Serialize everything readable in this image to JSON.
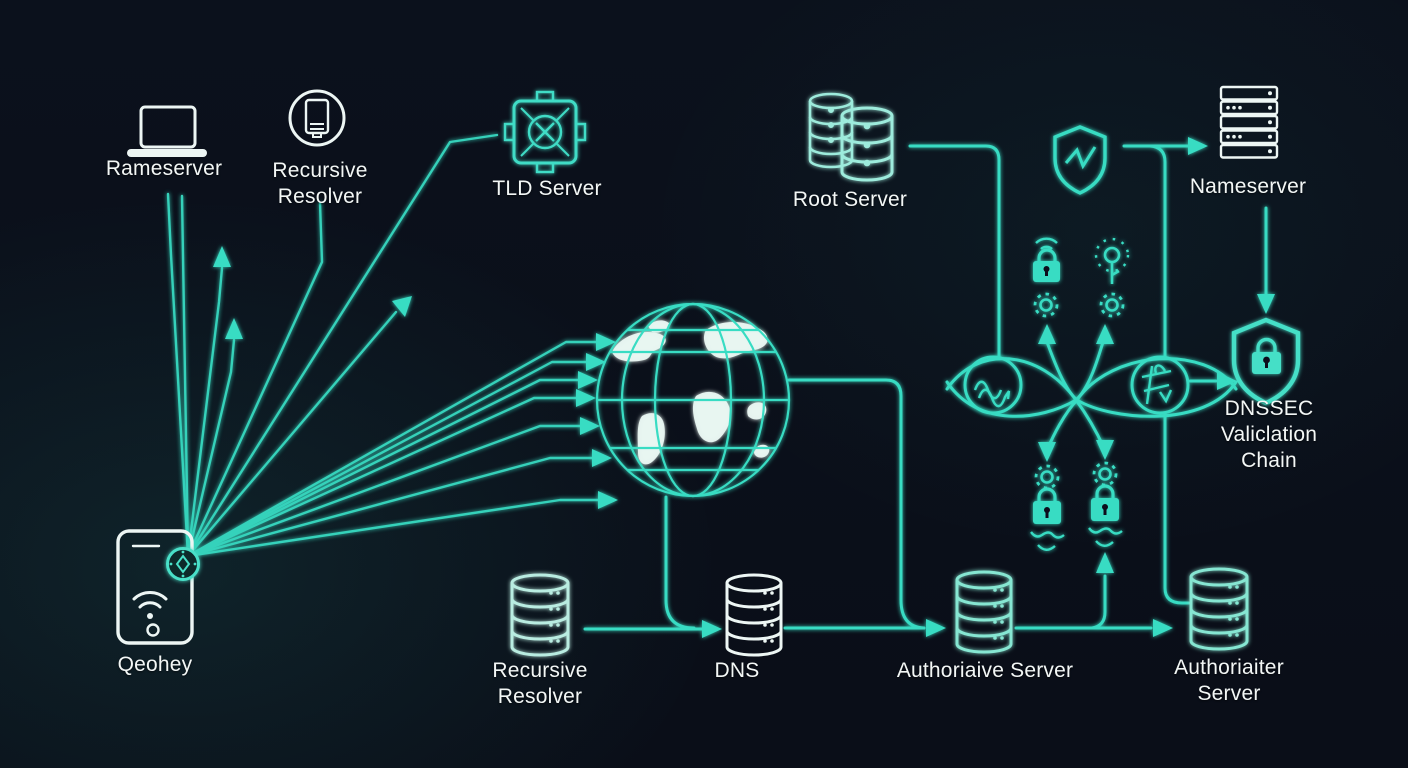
{
  "diagram": {
    "kind": "dns-resolution-flow",
    "colors": {
      "background": "#0b111c",
      "accent_teal": "#38dcc3",
      "mint": "#9debdc",
      "icon_light": "#edf6f4",
      "label_text": "#f3f7f6"
    },
    "nodes": {
      "rameserver": {
        "label": "Rameserver",
        "icon": "laptop-icon"
      },
      "recursive_resolver_top": {
        "label": "Recursive Resolver",
        "icon": "resolver-circle-icon"
      },
      "tld_server": {
        "label": "TLD Server",
        "icon": "chip-gear-icon"
      },
      "root_server": {
        "label": "Root Server",
        "icon": "database-stack-icon"
      },
      "nameserver": {
        "label": "Nameserver",
        "icon": "server-rack-icon"
      },
      "dnssec_chain": {
        "label": "DNSSEC Valiclation Chain",
        "icon": "shield-lock-icon"
      },
      "qeohey": {
        "label": "Qeohey",
        "icon": "smartphone-icon"
      },
      "recursive_resolver_bottom": {
        "label": "Recursive Resolver",
        "icon": "database-icon"
      },
      "dns": {
        "label": "DNS",
        "icon": "database-icon"
      },
      "authoritative_server": {
        "label": "Authoriaive Server",
        "icon": "database-icon"
      },
      "authoritative_server_2": {
        "label": "Authoriaiter Server",
        "icon": "database-icon"
      },
      "security_shield": {
        "icon": "shield-check-icon"
      },
      "globe": {
        "icon": "globe-icon"
      },
      "signature_wave": {
        "icon": "wave-signature-icon"
      },
      "signature_key": {
        "icon": "key-signature-icon"
      },
      "padlocks": {
        "icon": "padlock-icon"
      },
      "gears": {
        "icon": "gear-icon"
      }
    }
  }
}
